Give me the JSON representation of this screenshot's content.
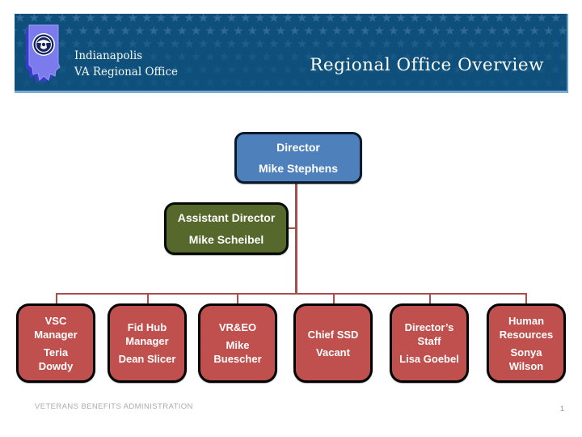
{
  "header": {
    "org_line1": "Indianapolis",
    "org_line2": "VA Regional Office",
    "title": "Regional Office Overview"
  },
  "org_chart": {
    "director": {
      "title": "Director",
      "name": "Mike Stephens"
    },
    "assistant_director": {
      "title": "Assistant Director",
      "name": "Mike Scheibel"
    },
    "managers": [
      {
        "title": "VSC\nManager",
        "name": "Teria\nDowdy"
      },
      {
        "title": "Fid Hub\nManager",
        "name": "Dean Slicer"
      },
      {
        "title": "VR&EO",
        "name": "Mike\nBuescher"
      },
      {
        "title": "Chief SSD",
        "name": "Vacant"
      },
      {
        "title": "Director’s\nStaff",
        "name": "Lisa Goebel"
      },
      {
        "title": "Human\nResources",
        "name": "Sonya\nWilson"
      }
    ]
  },
  "footer": {
    "text": "VETERANS BENEFITS ADMINISTRATION",
    "page_number": "1"
  },
  "colors": {
    "header_bg": "#0F4F7C",
    "header_border": "#7CACD4",
    "director_fill": "#4E80BC",
    "assistant_fill": "#56682C",
    "manager_fill": "#C0504D",
    "connector": "#A5504C",
    "logo_state_fill": "#7B7BEE",
    "seal_navy": "#16265E"
  }
}
